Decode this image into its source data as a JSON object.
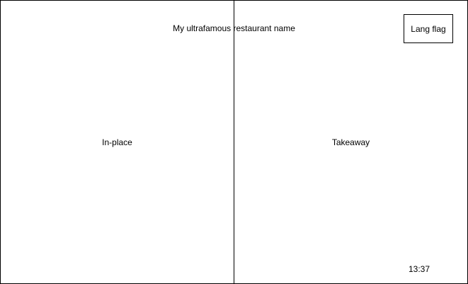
{
  "header": {
    "title": "My ultrafamous restaurant name",
    "lang_button_label": "Lang flag"
  },
  "options": {
    "in_place_label": "In-place",
    "takeaway_label": "Takeaway"
  },
  "footer": {
    "clock": "13:37"
  },
  "colors": {
    "background": "#ffffff",
    "border": "#000000",
    "text": "#000000"
  }
}
